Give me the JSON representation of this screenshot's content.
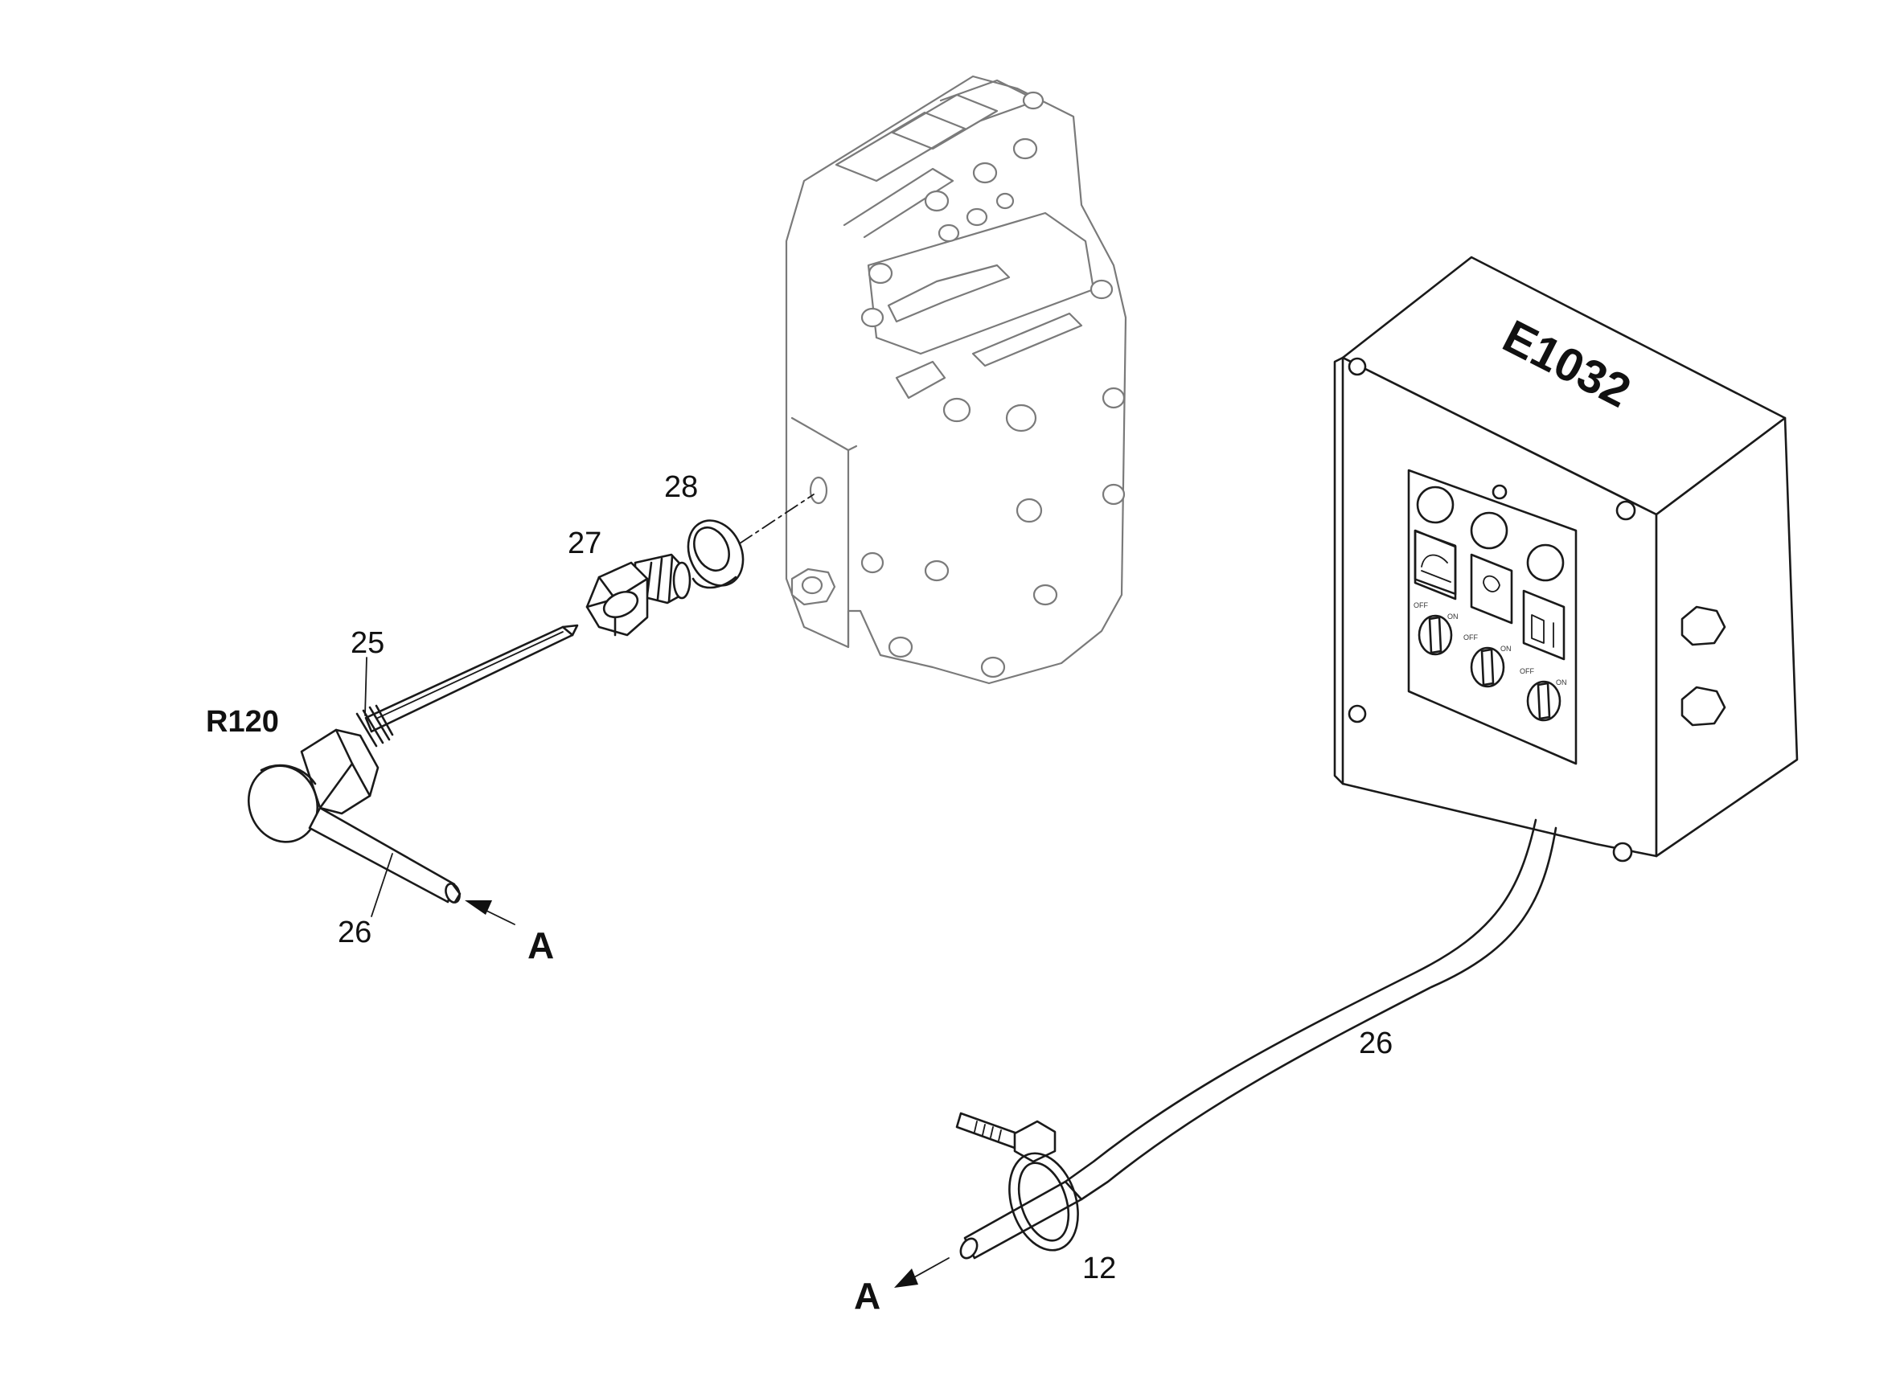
{
  "diagram": {
    "box_code": "E1032",
    "switch_labels": {
      "off": "OFF",
      "on": "ON"
    },
    "callouts": {
      "part_25": "25",
      "part_26_probe": "26",
      "part_26_cable": "26",
      "part_27": "27",
      "part_28": "28",
      "part_12": "12",
      "ref_r120": "R120",
      "arrow_a_left": "A",
      "arrow_a_bottom": "A"
    }
  }
}
